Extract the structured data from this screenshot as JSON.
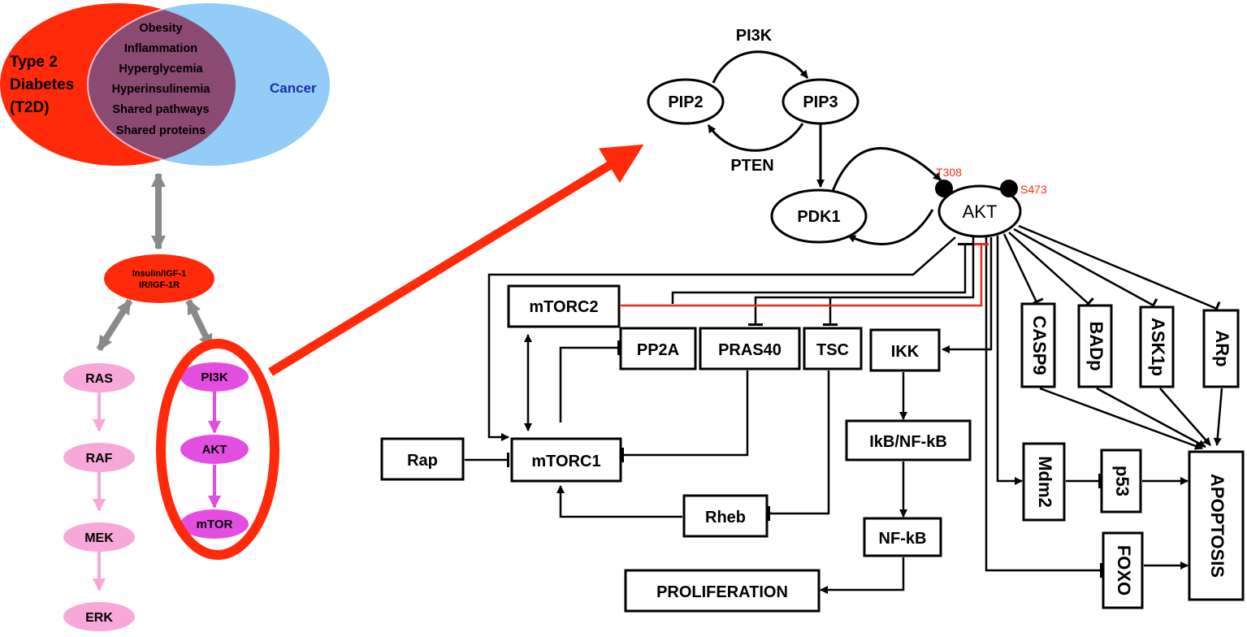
{
  "venn": {
    "left_label": [
      "Type 2",
      "Diabetes",
      "(T2D)"
    ],
    "right_label": "Cancer",
    "shared": [
      "Obesity",
      "Inflammation",
      "Hyperglycemia",
      "Hyperinsulinemia",
      "Shared pathways",
      "Shared proteins"
    ]
  },
  "receptor": {
    "line1": "Insulin/IGF-1",
    "line2": "IR/IGF-1R"
  },
  "ras_pathway": [
    "RAS",
    "RAF",
    "MEK",
    "ERK"
  ],
  "pi3k_pathway": [
    "PI3K",
    "AKT",
    "mTOR"
  ],
  "cycle": {
    "pi3k": "PI3K",
    "pten": "PTEN",
    "pip2": "PIP2",
    "pip3": "PIP3",
    "pdk1": "PDK1"
  },
  "akt": {
    "label": "AKT",
    "site1": "T308",
    "site2": "S473"
  },
  "nodes": {
    "mtorc2": "mTORC2",
    "pp2a": "PP2A",
    "pras40": "PRAS40",
    "tsc": "TSC",
    "ikk": "IKK",
    "rap": "Rap",
    "mtorc1": "mTORC1",
    "ikb_nfkb": "IkB/NF-kB",
    "rheb": "Rheb",
    "nfkb": "NF-kB",
    "proliferation": "PROLIFERATION",
    "casp9": "CASP9",
    "badp": "BADp",
    "ask1p": "ASK1p",
    "arp": "ARp",
    "mdm2": "Mdm2",
    "p53": "p53",
    "foxo": "FOXO",
    "apoptosis": "APOPTOSIS"
  },
  "colors": {
    "t2d": "#ff2a0a",
    "cancer": "#92ccf7",
    "overlap": "#8b4a72",
    "cancer_text": "#1a2fa8",
    "ras": "#f7a8d8",
    "pi3k": "#e44ee0",
    "receptor": "#ff2a0a",
    "highlight": "#ff2a0a",
    "gray_arrow": "#8a8a8a",
    "site_text": "#ff2a0a"
  }
}
